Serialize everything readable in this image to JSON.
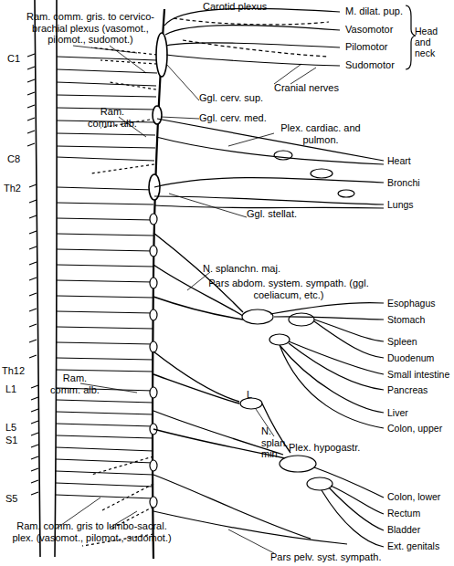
{
  "diagram": {
    "labels": [
      "Carotid plexus",
      "M. dilat. pup.",
      "Vasomotor",
      "Pilomotor",
      "Sudomotor",
      "Head and neck",
      "Ram. comm. gris. to cervico-brachial plexus (vasomot., pilomot., sudomot.)",
      "Cranial nerves",
      "Ggl. cerv. sup.",
      "C1",
      "Ggl. cerv. med.",
      "Ram. comm. alb.",
      "Plex. cardiac. and pulmon.",
      "C8",
      "Heart",
      "Bronchi",
      "Lungs",
      "Th2",
      "Ggl. stellat.",
      "N. splanchn. maj.",
      "Pars abdom. system. sympath. (ggl. coeliacum, etc.)",
      "Esophagus",
      "Stomach",
      "Spleen",
      "Duodenum",
      "Small intestine",
      "Pancreas",
      "Th12",
      "L1",
      "Ram. comm. alb.",
      "L",
      "Liver",
      "N. splan. min.",
      "Colon, upper",
      "L5",
      "S1",
      "Plex. hypogastr.",
      "S5",
      "Colon, lower",
      "Rectum",
      "Bladder",
      "Ext. genitals",
      "Ram. comm. gris to lumbo-sacral. plex. (vasomot., pilomot., sudomot.)",
      "Pars pelv. syst. sympath."
    ]
  }
}
